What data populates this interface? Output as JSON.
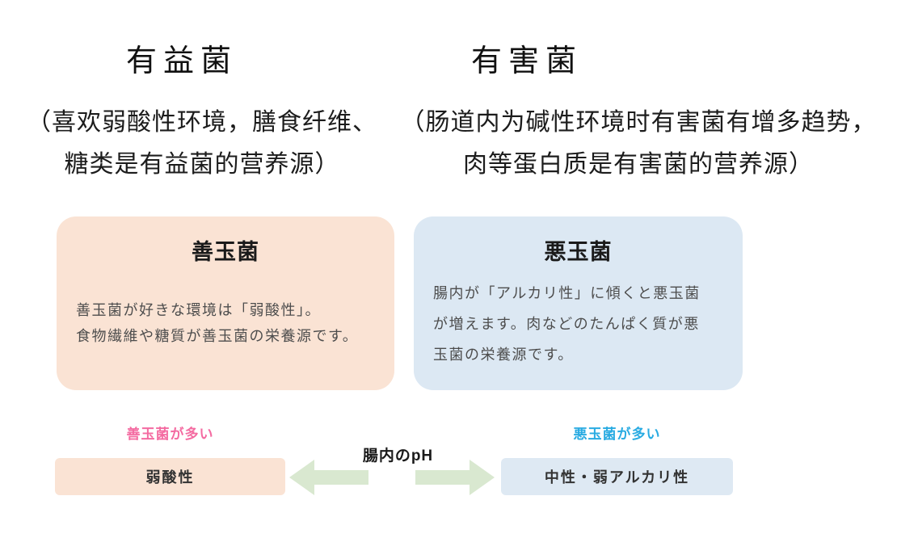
{
  "colors": {
    "peach": "#fae3d4",
    "light_blue": "#dce8f3",
    "light_blue_box": "#dee9f3",
    "arrow_green": "#d9e8d0",
    "pink_label": "#f46ba1",
    "blue_label": "#29abe2"
  },
  "top": {
    "left": {
      "heading": "有益菌",
      "note_line1": "（喜欢弱酸性环境，膳食纤维、",
      "note_line2": "糖类是有益菌的营养源）"
    },
    "right": {
      "heading": "有害菌",
      "note_line1": "（肠道内为碱性环境时有害菌有增多趋势，",
      "note_line2": "肉等蛋白质是有害菌的营养源）"
    }
  },
  "cards": {
    "good": {
      "title": "善玉菌",
      "body_lines": {
        "0": "善玉菌が好きな環境は「弱酸性」。",
        "1": "食物繊維や糖質が善玉菌の栄養源です。"
      }
    },
    "bad": {
      "title": "悪玉菌",
      "body_lines": {
        "0": "腸内が「アルカリ性」に傾くと悪玉菌",
        "1": "が増えます。肉などのたんぱく質が悪",
        "2": "玉菌の栄養源です。"
      }
    }
  },
  "ph_scale": {
    "left_label": "善玉菌が多い",
    "right_label": "悪玉菌が多い",
    "center_label": "腸内のpH",
    "left_box": "弱酸性",
    "right_box": "中性・弱アルカリ性"
  }
}
